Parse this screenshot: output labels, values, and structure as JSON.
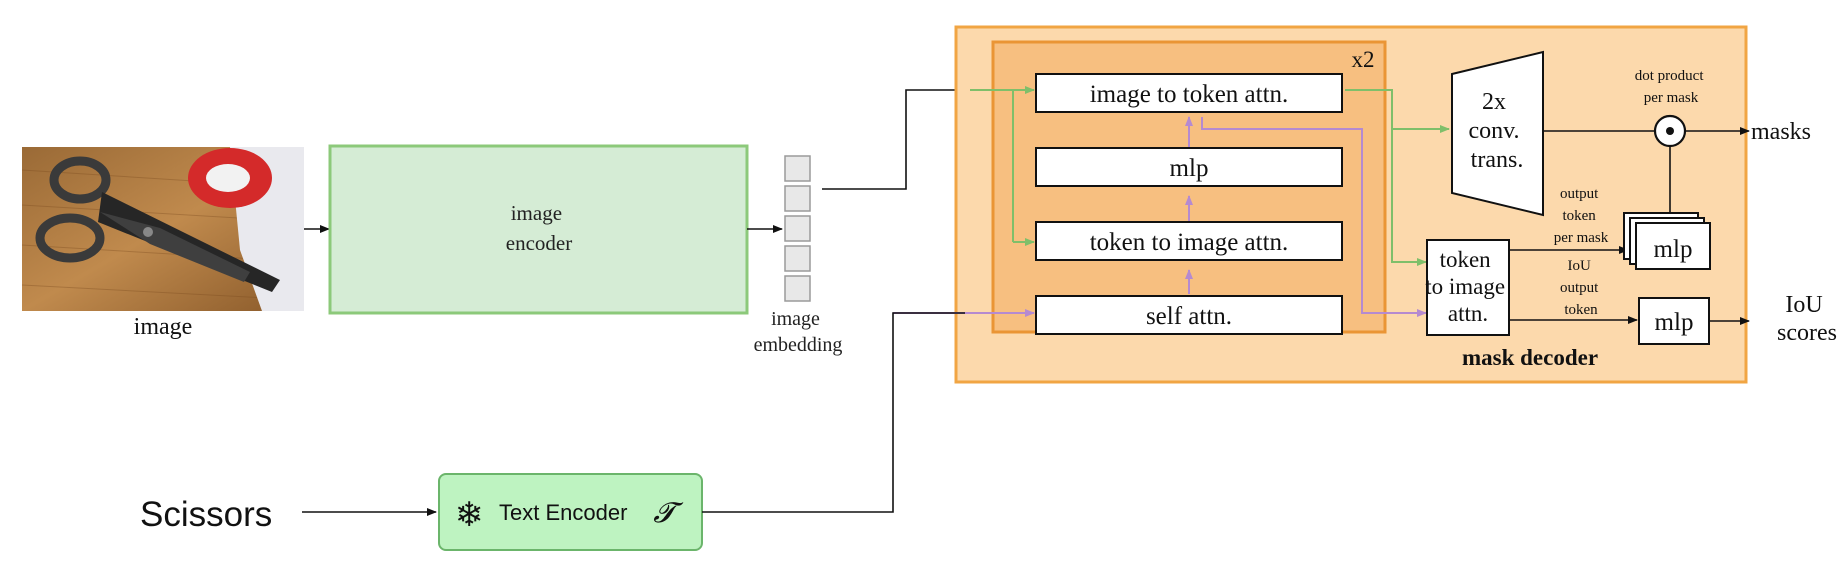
{
  "image_label": "image",
  "image_encoder_label": [
    "image",
    "encoder"
  ],
  "image_embedding_label": [
    "image",
    "embedding"
  ],
  "x2_label": "x2",
  "blocks": {
    "image_to_token": "image to token attn.",
    "mlp": "mlp",
    "token_to_image": "token to image attn.",
    "self_attn": "self attn."
  },
  "conv_trans_label": [
    "2x",
    "conv.",
    "trans."
  ],
  "token_to_image_right_label": [
    "token",
    "to image",
    "attn."
  ],
  "dot_product_label": [
    "dot product",
    "per mask"
  ],
  "output_token_per_mask_label": [
    "output",
    "token",
    "per mask"
  ],
  "iou_output_token_label": [
    "IoU",
    "output",
    "token"
  ],
  "mlp_stack_label": "mlp",
  "mlp_iou_label": "mlp",
  "masks_label": "masks",
  "iou_scores_label": [
    "IoU",
    "scores"
  ],
  "mask_decoder_label": "mask decoder",
  "prompt_text": "Scissors",
  "text_encoder_label": "Text Encoder",
  "text_encoder_symbol": "𝓣",
  "snowflake_icon": "❄",
  "colors": {
    "encoder_fill": "#d5ecd5",
    "encoder_stroke": "#8cc97a",
    "decoder_outer_fill": "#fcd9ac",
    "decoder_outer_stroke": "#f1a543",
    "decoder_inner_fill": "#f7bf80",
    "decoder_inner_stroke": "#ea9535",
    "text_encoder_fill": "#bef3c1",
    "text_encoder_stroke": "#6bb56b",
    "green_arrow": "#7fbf6a",
    "purple_arrow": "#b58ad0"
  }
}
